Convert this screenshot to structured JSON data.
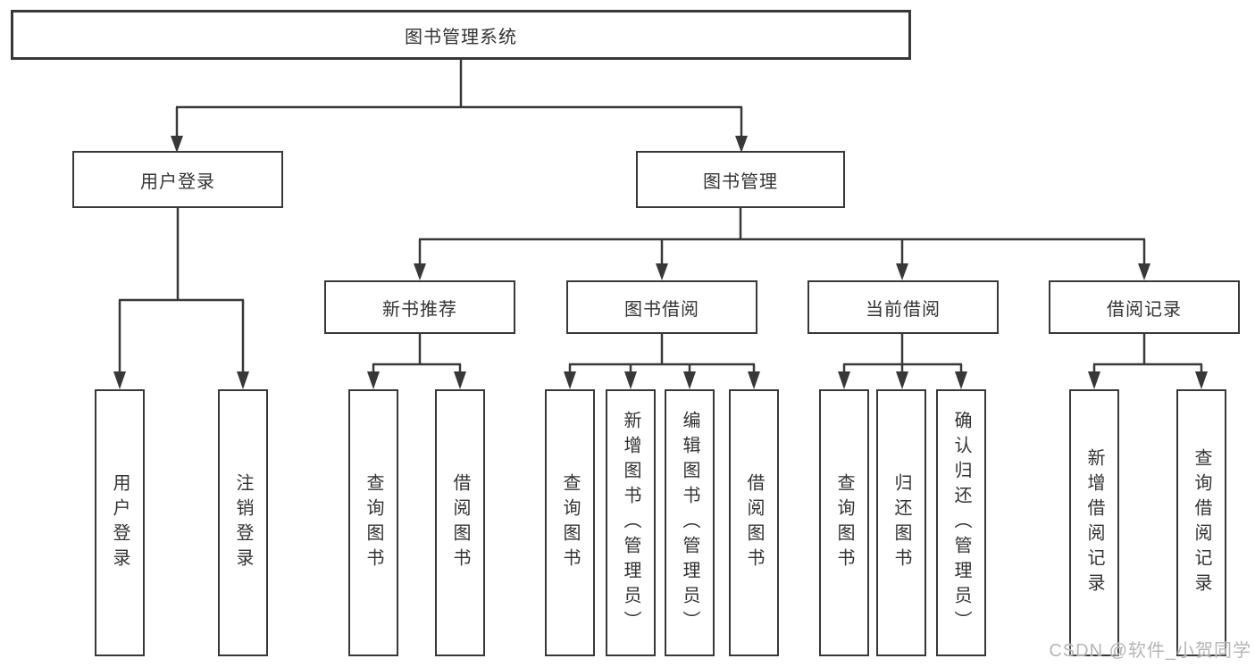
{
  "tree": {
    "root": {
      "label": "图书管理系统"
    },
    "user_login": {
      "label": "用户登录",
      "children": [
        {
          "label": "用户登录"
        },
        {
          "label": "注销登录"
        }
      ]
    },
    "book_management": {
      "label": "图书管理",
      "groups": [
        {
          "label": "新书推荐",
          "children": [
            {
              "label": "查询图书"
            },
            {
              "label": "借阅图书"
            }
          ]
        },
        {
          "label": "图书借阅",
          "children": [
            {
              "label": "查询图书"
            },
            {
              "label": "新增图书（管理员）"
            },
            {
              "label": "编辑图书（管理员）"
            },
            {
              "label": "借阅图书"
            }
          ]
        },
        {
          "label": "当前借阅",
          "children": [
            {
              "label": "查询图书"
            },
            {
              "label": "归还图书"
            },
            {
              "label": "确认归还（管理员）"
            }
          ]
        },
        {
          "label": "借阅记录",
          "children": [
            {
              "label": "新增借阅记录"
            },
            {
              "label": "查询借阅记录"
            }
          ]
        }
      ]
    }
  },
  "watermark": {
    "text": "CSDN @软件_小贺同学"
  },
  "colors": {
    "line": "#383838",
    "box_border": "#383838",
    "box_fill": "#ffffff",
    "text": "#333333",
    "watermark": "#b5b5b5",
    "background": "#ffffff"
  }
}
